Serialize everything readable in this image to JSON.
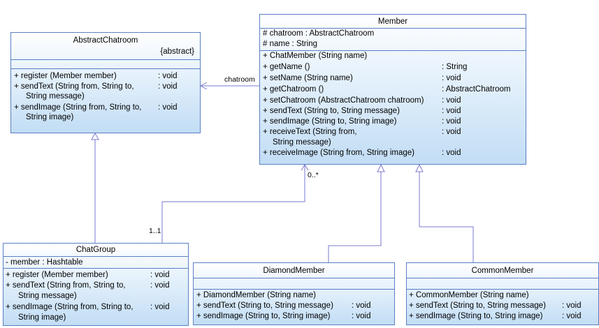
{
  "classes": {
    "abstract_chatroom": {
      "name": "AbstractChatroom",
      "stereotype": "{abstract}",
      "methods": [
        {
          "sig": "+  register (Member member)",
          "ret": ": void"
        },
        {
          "sig": "+  sendText (String from, String to,",
          "ret": ": void"
        },
        {
          "sig": "String message)",
          "ret": ""
        },
        {
          "sig": "+  sendImage (String from, String to,",
          "ret": ": void"
        },
        {
          "sig": "String image)",
          "ret": ""
        }
      ]
    },
    "member": {
      "name": "Member",
      "attributes": [
        {
          "sig": "#  chatroom  : AbstractChatroom"
        },
        {
          "sig": "#  name       : String"
        }
      ],
      "methods": [
        {
          "sig": "+  ChatMember (String name)",
          "ret": ""
        },
        {
          "sig": "+  getName ()",
          "ret": ": String"
        },
        {
          "sig": "+  setName (String name)",
          "ret": ": void"
        },
        {
          "sig": "+  getChatroom ()",
          "ret": ": AbstractChatroom"
        },
        {
          "sig": "+  setChatroom (AbstractChatroom chatroom)",
          "ret": ": void"
        },
        {
          "sig": "+  sendText (String to, String message)",
          "ret": ": void"
        },
        {
          "sig": "+  sendImage (String to, String image)",
          "ret": ": void"
        },
        {
          "sig": "+  receiveText (String from,",
          "ret": ": void"
        },
        {
          "sig": "String message)",
          "ret": ""
        },
        {
          "sig": "+  receiveImage (String from, String image)",
          "ret": ": void"
        }
      ]
    },
    "chat_group": {
      "name": "ChatGroup",
      "attributes": [
        {
          "sig": "-  member  : Hashtable"
        }
      ],
      "methods": [
        {
          "sig": "+  register (Member member)",
          "ret": ": void"
        },
        {
          "sig": "+  sendText (String from, String to,",
          "ret": ": void"
        },
        {
          "sig": "String message)",
          "ret": ""
        },
        {
          "sig": "+  sendImage (String from, String to,",
          "ret": ": void"
        },
        {
          "sig": "String image)",
          "ret": ""
        }
      ]
    },
    "diamond_member": {
      "name": "DiamondMember",
      "methods": [
        {
          "sig": "+  DiamondMember (String name)",
          "ret": ""
        },
        {
          "sig": "+  sendText (String to, String message)",
          "ret": ": void"
        },
        {
          "sig": "+  sendImage (String to, String image)",
          "ret": ": void"
        }
      ]
    },
    "common_member": {
      "name": "CommonMember",
      "methods": [
        {
          "sig": "+  CommonMember (String name)",
          "ret": ""
        },
        {
          "sig": "+  sendText (String to, String message)",
          "ret": ": void"
        },
        {
          "sig": "+  sendImage (String to, String image)",
          "ret": ": void"
        }
      ]
    }
  },
  "relations": {
    "chatroom_label": "chatroom",
    "multiplicity_many": "0..*",
    "multiplicity_one": "1..1"
  },
  "colors": {
    "box_border": "#5a7fc4",
    "line": "#7a7ad0",
    "fill_top": "#ffffff",
    "fill_bottom": "#c2ddf5"
  }
}
